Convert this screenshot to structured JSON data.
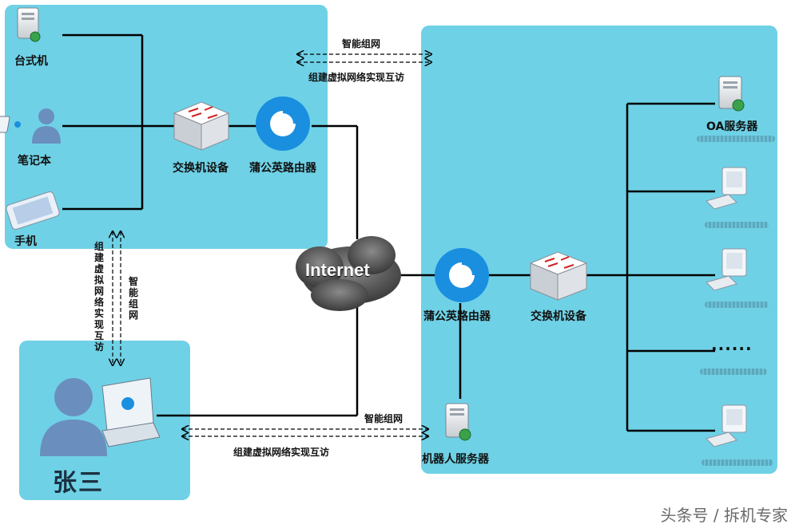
{
  "left_network": {
    "devices": [
      "台式机",
      "笔记本",
      "手机"
    ],
    "switch_label": "交换机设备",
    "router_label": "蒲公英路由器"
  },
  "right_network": {
    "router_label": "蒲公英路由器",
    "switch_label": "交换机设备",
    "oa_server_label": "OA服务器",
    "robot_server_label": "机器人服务器",
    "ellipsis": "......"
  },
  "internet_label": "Internet",
  "remote_user": {
    "name": "张三"
  },
  "links": {
    "top": {
      "above": "智能组网",
      "below": "组建虚拟网络实现互访"
    },
    "vertical": {
      "left": "组建虚拟网络实现互访",
      "right": "智能组网"
    },
    "bottom": {
      "above": "智能组网",
      "below": "组建虚拟网络实现互访"
    }
  },
  "watermark": "头条号 / 拆机专家",
  "colors": {
    "panel": "#6fd1e6",
    "router_blue": "#1a8fe0",
    "line": "#000000"
  }
}
